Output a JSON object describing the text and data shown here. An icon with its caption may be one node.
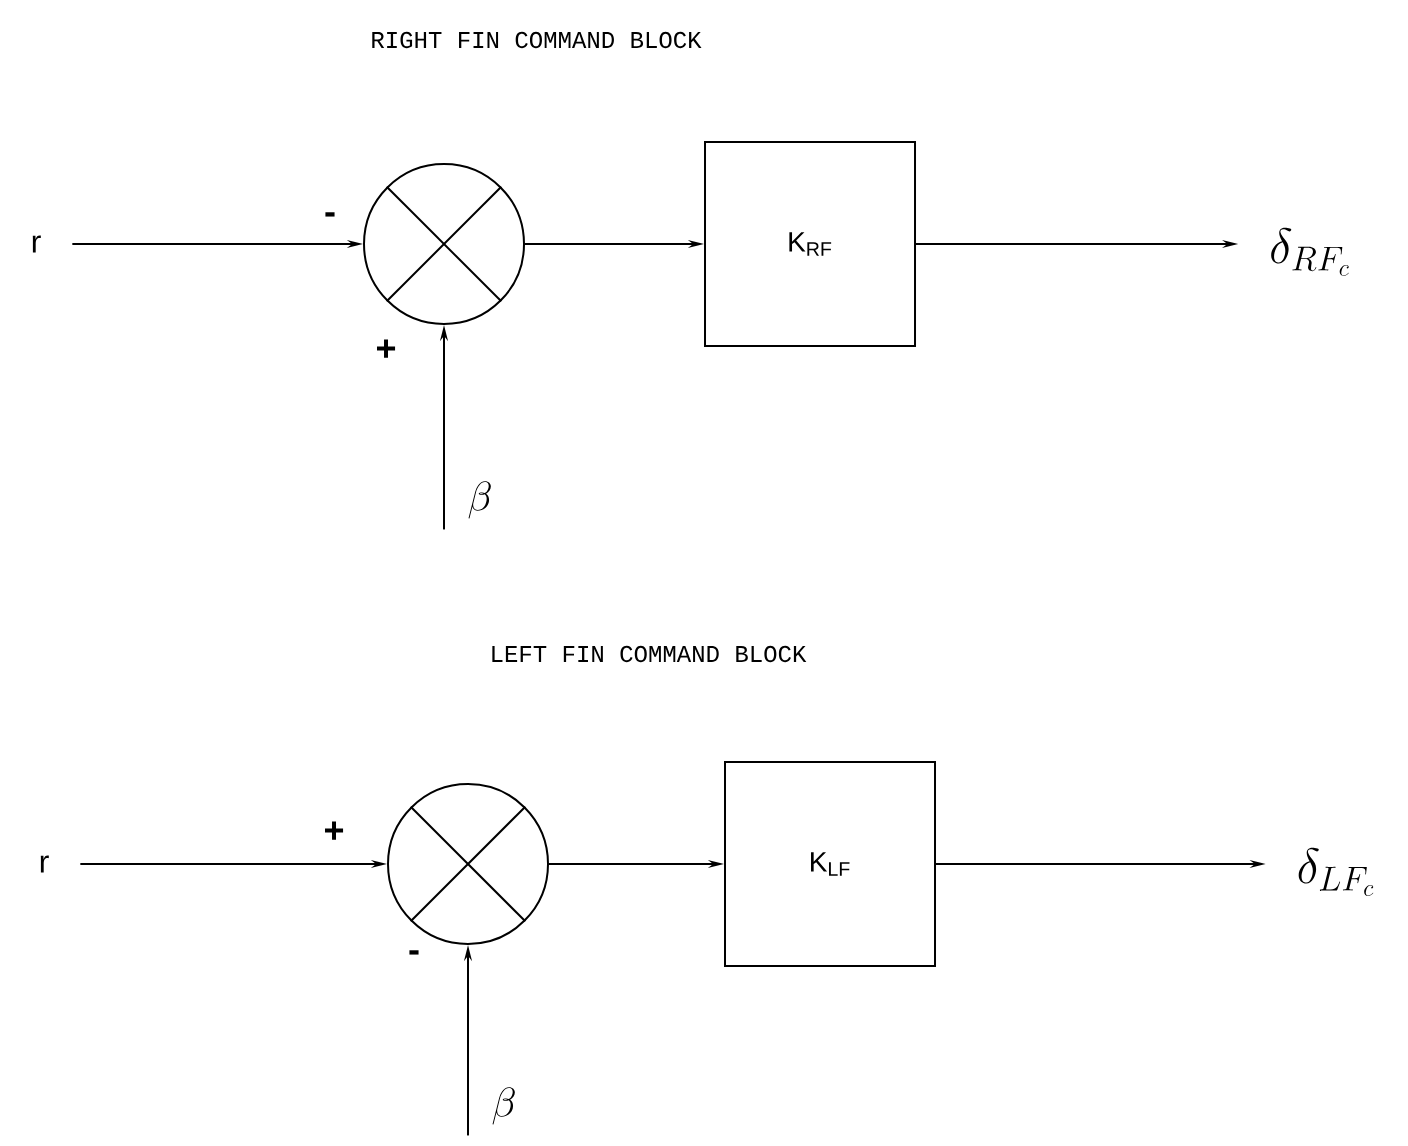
{
  "diagram": {
    "nodes": [
      {
        "text": [
          "r"
        ]
      },
      {
        "text": [],
        "shape": "circle"
      },
      {
        "text": [
          "K$_{RF}$"
        ]
      },
      {
        "text": [
          "\\delta_{RF_c}"
        ]
      },
      {
        "text": [
          "\\beta"
        ]
      },
      {
        "text": [
          "r"
        ]
      },
      {
        "text": [],
        "shape": "circle"
      },
      {
        "text": [
          "K$_{LF}$"
        ]
      },
      {
        "text": [
          "\\delta_{LF_c}"
        ]
      },
      {
        "text": [
          "\\beta"
        ]
      }
    ],
    "edges": [
      {
        "from": 0,
        "to": 1,
        "arrow": "to"
      },
      {
        "from": 4,
        "to": 1,
        "arrow": "to"
      },
      {
        "from": 1,
        "to": 2,
        "arrow": "to"
      },
      {
        "from": 2,
        "to": 3,
        "arrow": "to"
      },
      {
        "from": 5,
        "to": 6,
        "arrow": "to"
      },
      {
        "from": 9,
        "to": 6,
        "arrow": "to"
      },
      {
        "from": 6,
        "to": 7,
        "arrow": "to"
      },
      {
        "from": 7,
        "to": 8,
        "arrow": "to"
      }
    ],
    "labels": [
      "RIGHT FIN COMMAND BLOCK",
      "-",
      "+",
      "LEFT FIN COMMAND BLOCK",
      "+",
      "-"
    ]
  }
}
